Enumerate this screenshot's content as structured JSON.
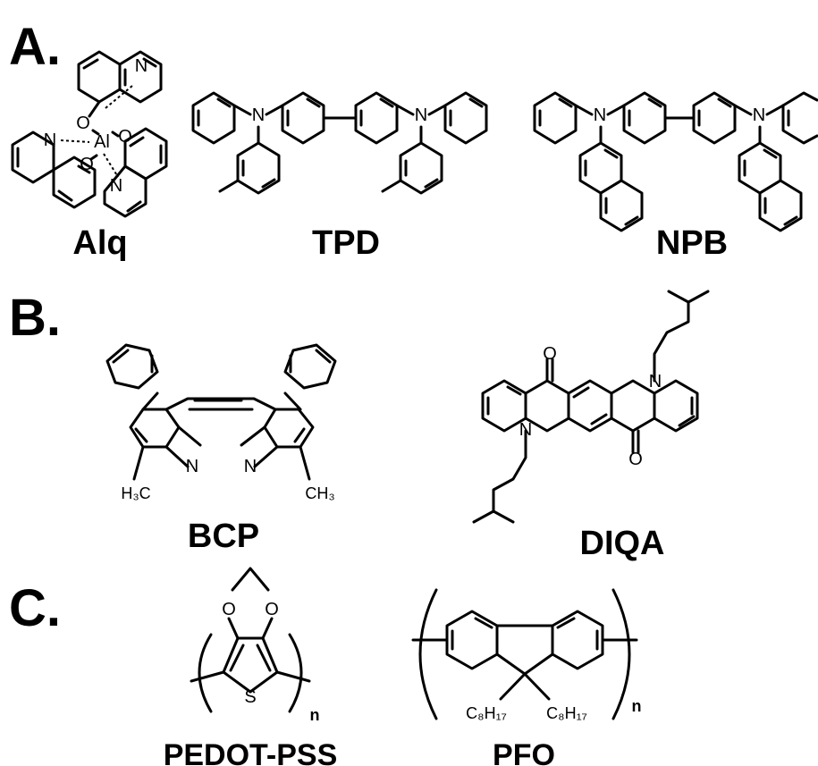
{
  "sections": [
    {
      "id": "A",
      "label": "A."
    },
    {
      "id": "B",
      "label": "B."
    },
    {
      "id": "C",
      "label": "C."
    }
  ],
  "molecules": {
    "alq": {
      "name": "Alq",
      "metal": "Al",
      "oxygen": "O",
      "nitrogen": "N"
    },
    "tpd": {
      "name": "TPD",
      "nitrogen": "N"
    },
    "npb": {
      "name": "NPB",
      "nitrogen": "N"
    },
    "bcp": {
      "name": "BCP",
      "nitrogen": "N",
      "methyl_left": "H₃C",
      "methyl_right": "CH₃"
    },
    "diqa": {
      "name": "DIQA",
      "nitrogen": "N",
      "oxygen": "O"
    },
    "pedot": {
      "name": "PEDOT-PSS",
      "oxygen": "O",
      "sulfur": "S",
      "subscript": "n"
    },
    "pfo": {
      "name": "PFO",
      "substituent": "C₈H₁₇",
      "subscript": "n"
    }
  }
}
